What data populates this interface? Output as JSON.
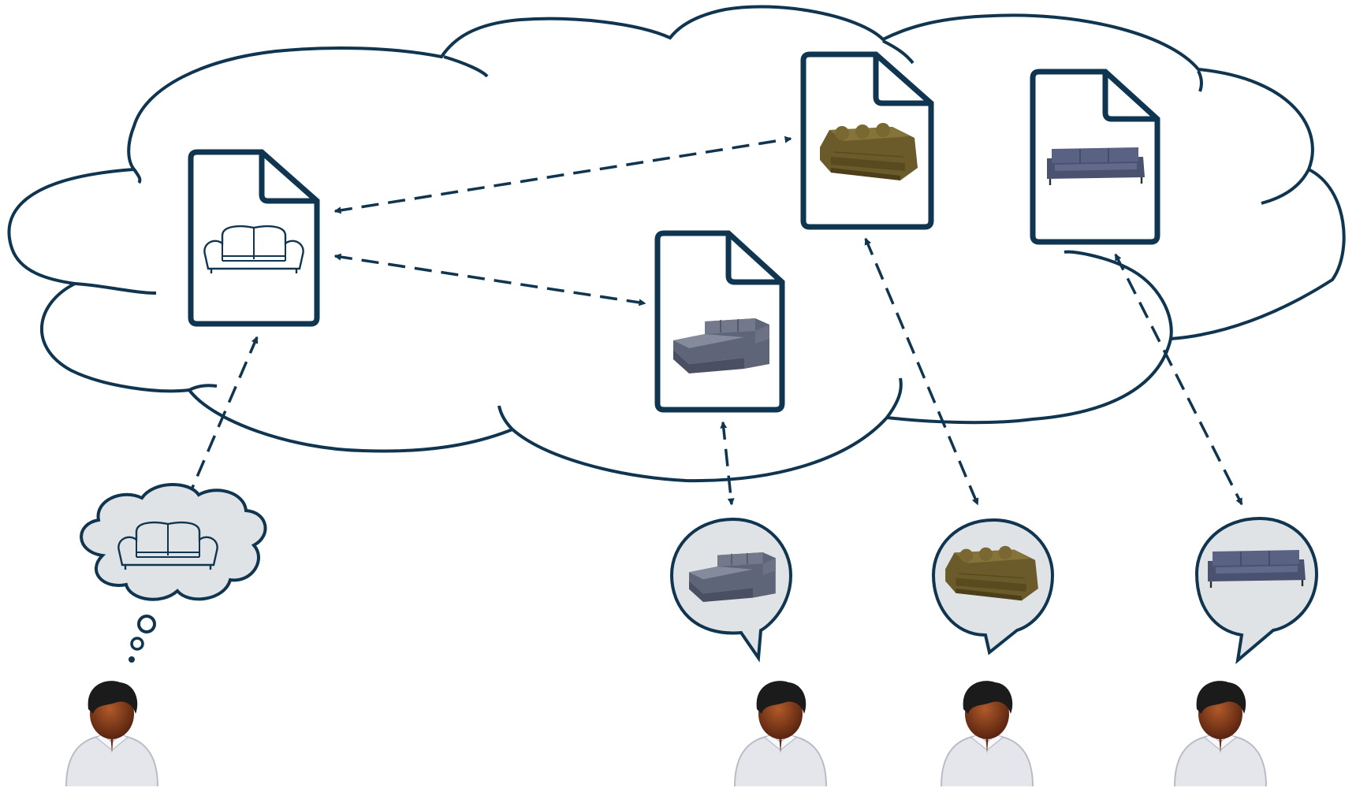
{
  "colors": {
    "stroke": "#0f3550",
    "background": "#ffffff",
    "bubble_fill": "#dfe3e6",
    "sofa_olive": "#6b5a2a",
    "sofa_slate": "#5f6578",
    "sofa_navy": "#4b5270",
    "skin": "#7a3a1a",
    "hair": "#1b1b1b",
    "shirt_blue": "#c8d0ee",
    "shirt_peach": "#f3dcc8",
    "shirt_gray": "#e4e6ec"
  },
  "diagram": {
    "cloud": {
      "icon": "cloud-shape"
    },
    "documents": [
      {
        "id": "doc-sketch",
        "content": "sofa-sketch-icon"
      },
      {
        "id": "doc-sectional",
        "content": "sectional-sofa-photo"
      },
      {
        "id": "doc-olive",
        "content": "olive-sofa-photo"
      },
      {
        "id": "doc-blue",
        "content": "blue-sofa-photo"
      }
    ],
    "arrows": [
      {
        "from": "doc-sketch",
        "to": "doc-olive",
        "style": "dashed-bidirectional"
      },
      {
        "from": "doc-sketch",
        "to": "doc-sectional",
        "style": "dashed-bidirectional"
      },
      {
        "from": "doc-sketch",
        "to": "person-thinking",
        "style": "dashed-bidirectional"
      },
      {
        "from": "doc-sectional",
        "to": "person-sectional",
        "style": "dashed-bidirectional"
      },
      {
        "from": "doc-olive",
        "to": "person-olive",
        "style": "dashed-bidirectional"
      },
      {
        "from": "doc-blue",
        "to": "person-blue",
        "style": "dashed-bidirectional"
      }
    ],
    "people": [
      {
        "id": "person-thinking",
        "bubble": "thought-bubble",
        "bubble_content": "sofa-sketch-icon",
        "icon": "person-icon"
      },
      {
        "id": "person-sectional",
        "bubble": "speech-bubble",
        "bubble_content": "sectional-sofa-photo",
        "icon": "person-icon"
      },
      {
        "id": "person-olive",
        "bubble": "speech-bubble",
        "bubble_content": "olive-sofa-photo",
        "icon": "person-icon"
      },
      {
        "id": "person-blue",
        "bubble": "speech-bubble",
        "bubble_content": "blue-sofa-photo",
        "icon": "person-icon"
      }
    ]
  }
}
